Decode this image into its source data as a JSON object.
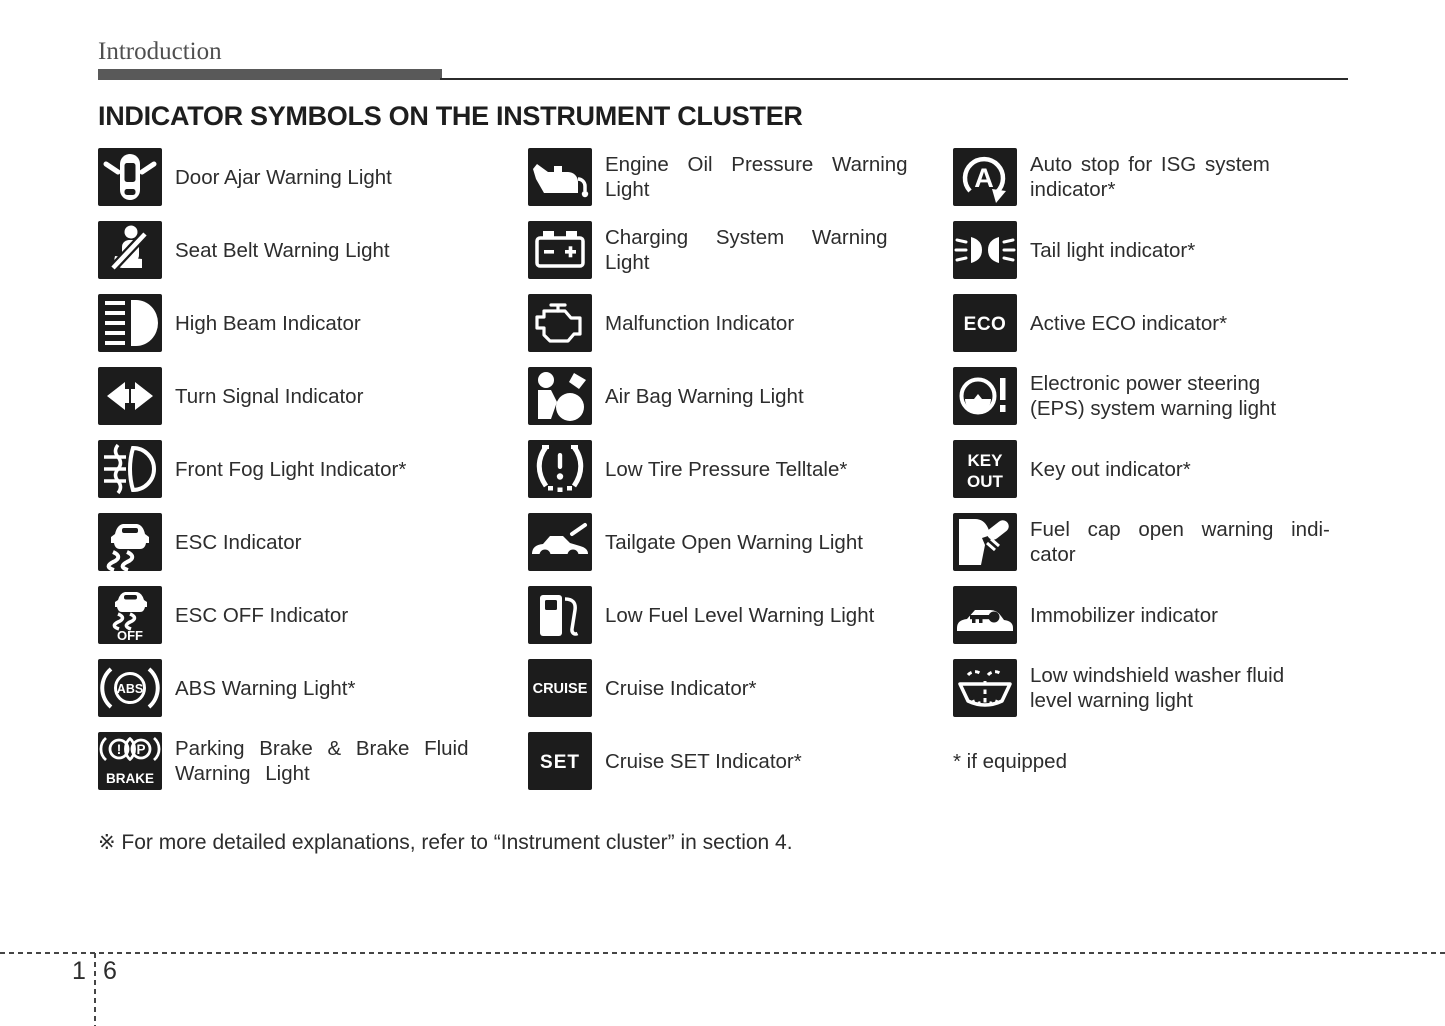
{
  "page": {
    "kicker": "Introduction",
    "title": "INDICATOR SYMBOLS ON THE INSTRUMENT CLUSTER",
    "footnote": "※ For more detailed explanations, refer to “Instrument cluster” in section 4.",
    "footer": {
      "chapter": "1",
      "page": "6"
    }
  },
  "colors": {
    "icon_bg": "#1c1c1c",
    "icon_fg": "#ffffff",
    "text": "#2d2d2d",
    "kicker_gray": "#4f4f4f",
    "bar_gray": "#595959"
  },
  "icon_text": {
    "abs": "ABS",
    "off": "OFF",
    "brake": "BRAKE",
    "p": "P",
    "exclamation": "!",
    "cruise": "CRUISE",
    "set": "SET",
    "eco": "ECO",
    "key": "KEY",
    "out": "OUT",
    "a": "A"
  },
  "columns": [
    {
      "items": [
        {
          "icon": "door-ajar-icon",
          "label": "Door Ajar Warning Light"
        },
        {
          "icon": "seat-belt-icon",
          "label": "Seat Belt Warning Light"
        },
        {
          "icon": "high-beam-icon",
          "label": "High Beam Indicator"
        },
        {
          "icon": "turn-signal-icon",
          "label": "Turn Signal Indicator"
        },
        {
          "icon": "front-fog-light-icon",
          "label": "Front Fog Light Indicator*"
        },
        {
          "icon": "esc-icon",
          "label": "ESC Indicator"
        },
        {
          "icon": "esc-off-icon",
          "label": "ESC OFF Indicator"
        },
        {
          "icon": "abs-icon",
          "label": "ABS Warning Light*"
        },
        {
          "icon": "parking-brake-icon",
          "label": "Parking Brake & Brake Fluid\nWarning Light"
        }
      ]
    },
    {
      "items": [
        {
          "icon": "engine-oil-icon",
          "label": "Engine Oil Pressure Warning\nLight"
        },
        {
          "icon": "battery-icon",
          "label": "Charging System Warning\nLight"
        },
        {
          "icon": "check-engine-icon",
          "label": "Malfunction Indicator"
        },
        {
          "icon": "air-bag-icon",
          "label": "Air Bag Warning Light"
        },
        {
          "icon": "tire-pressure-icon",
          "label": "Low Tire Pressure Telltale*"
        },
        {
          "icon": "tailgate-open-icon",
          "label": "Tailgate Open Warning Light"
        },
        {
          "icon": "low-fuel-icon",
          "label": "Low Fuel Level Warning Light"
        },
        {
          "icon": "cruise-icon",
          "label": "Cruise Indicator*"
        },
        {
          "icon": "cruise-set-icon",
          "label": "Cruise SET Indicator*"
        }
      ]
    },
    {
      "items": [
        {
          "icon": "isg-auto-stop-icon",
          "label": "Auto stop for ISG system\nindicator*"
        },
        {
          "icon": "tail-light-icon",
          "label": "Tail light indicator*"
        },
        {
          "icon": "active-eco-icon",
          "label": "Active ECO indicator*"
        },
        {
          "icon": "eps-warning-icon",
          "label": "Electronic power steering\n(EPS) system warning light"
        },
        {
          "icon": "key-out-icon",
          "label": "Key out indicator*"
        },
        {
          "icon": "fuel-cap-open-icon",
          "label": "Fuel cap open warning indi-\ncator"
        },
        {
          "icon": "immobilizer-icon",
          "label": "Immobilizer indicator"
        },
        {
          "icon": "washer-fluid-icon",
          "label": "Low windshield washer fluid\nlevel warning light"
        },
        {
          "icon": null,
          "label": "* if equipped"
        }
      ]
    }
  ]
}
